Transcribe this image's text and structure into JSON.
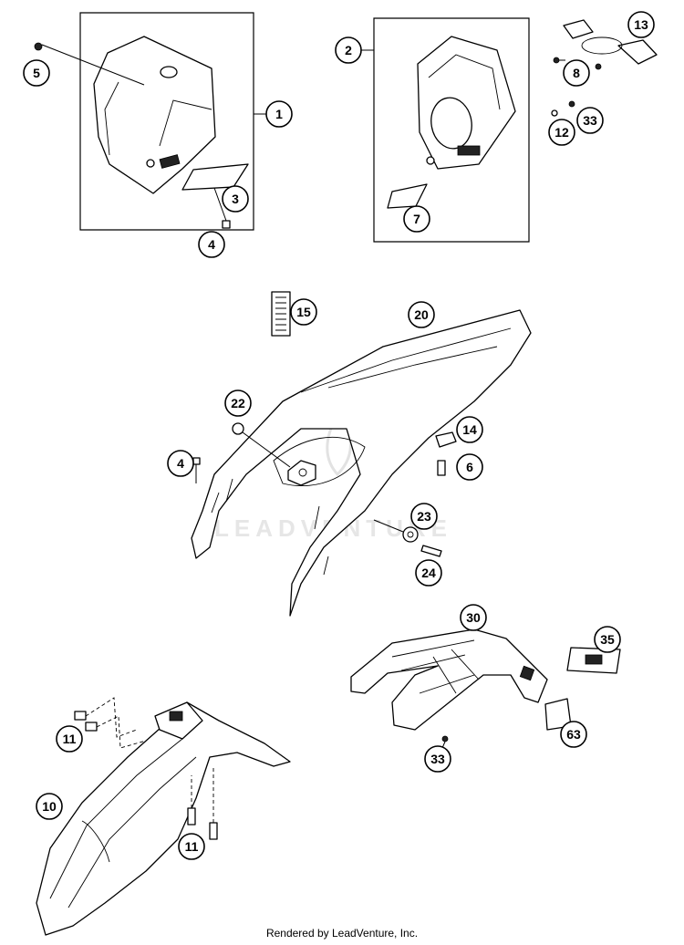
{
  "watermark": "LEADVENTURE",
  "footer": "Rendered by LeadVenture, Inc.",
  "callouts": [
    {
      "label": "5"
    },
    {
      "label": "1"
    },
    {
      "label": "3"
    },
    {
      "label": "4"
    },
    {
      "label": "2"
    },
    {
      "label": "13"
    },
    {
      "label": "8"
    },
    {
      "label": "12"
    },
    {
      "label": "33"
    },
    {
      "label": "7"
    },
    {
      "label": "15"
    },
    {
      "label": "20"
    },
    {
      "label": "22"
    },
    {
      "label": "14"
    },
    {
      "label": "4"
    },
    {
      "label": "6"
    },
    {
      "label": "23"
    },
    {
      "label": "24"
    },
    {
      "label": "30"
    },
    {
      "label": "35"
    },
    {
      "label": "63"
    },
    {
      "label": "33"
    },
    {
      "label": "11"
    },
    {
      "label": "10"
    },
    {
      "label": "11"
    }
  ]
}
